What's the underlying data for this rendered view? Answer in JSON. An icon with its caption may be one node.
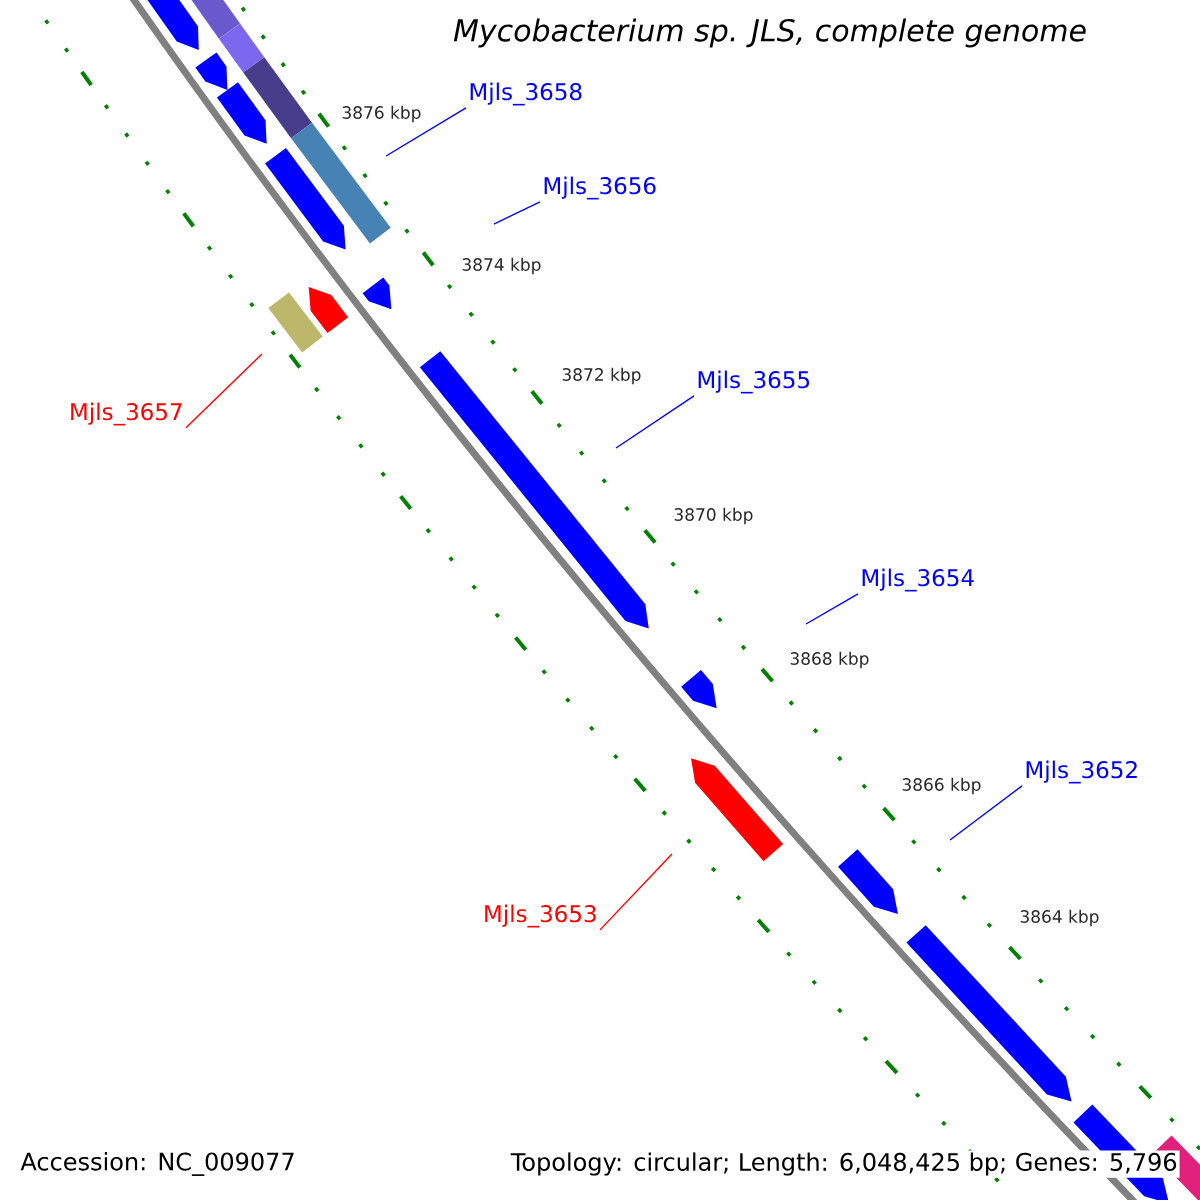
{
  "diagram": {
    "title": "Mycobacterium sp. JLS, complete genome",
    "nodes": [
      {
        "text": [
          "Mjls_3658"
        ]
      },
      {
        "text": [
          "Mjls_3656"
        ]
      },
      {
        "text": [
          "Mjls_3655"
        ]
      },
      {
        "text": [
          "Mjls_3657"
        ]
      },
      {
        "text": [
          "Mjls_3654"
        ]
      },
      {
        "text": [
          "Mjls_3652"
        ]
      },
      {
        "text": [
          "Mjls_3653"
        ]
      }
    ],
    "edges": [
      {
        "from": 0,
        "to": null,
        "arrow": "none"
      },
      {
        "from": 1,
        "to": null,
        "arrow": "none"
      },
      {
        "from": 2,
        "to": null,
        "arrow": "none"
      },
      {
        "from": 3,
        "to": null,
        "arrow": "none",
        "color": "#ff0000"
      },
      {
        "from": 4,
        "to": null,
        "arrow": "none"
      },
      {
        "from": 5,
        "to": null,
        "arrow": "none"
      },
      {
        "from": 6,
        "to": null,
        "arrow": "none",
        "color": "#ff0000"
      }
    ],
    "labels": [
      "3876 kbp",
      "3874 kbp",
      "3872 kbp",
      "3870 kbp",
      "3868 kbp",
      "3866 kbp",
      "3864 kbp",
      "Accession: NC_009077",
      "Topology: circular; Length: 6,048,425 bp; Genes: 5,796"
    ]
  }
}
